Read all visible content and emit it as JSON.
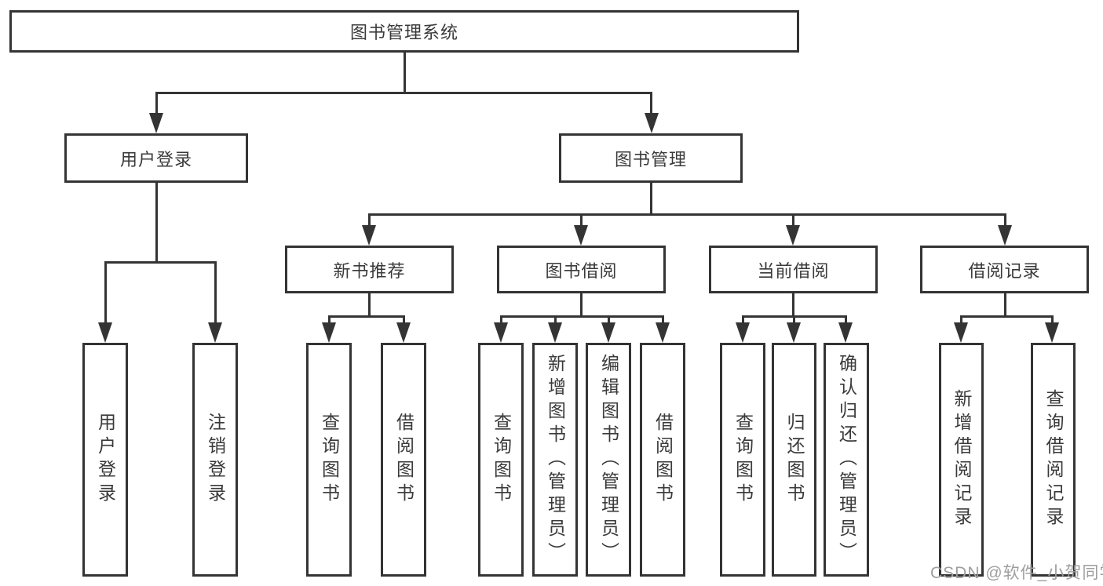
{
  "diagram_title": "图书管理系统",
  "nodes": {
    "root": {
      "label": "图书管理系统"
    },
    "user_login": {
      "label": "用户登录"
    },
    "book_mgmt": {
      "label": "图书管理"
    },
    "new_rec": {
      "label": "新书推荐"
    },
    "book_borrow": {
      "label": "图书借阅"
    },
    "current_borrow": {
      "label": "当前借阅"
    },
    "borrow_records": {
      "label": "借阅记录"
    },
    "leaf_user_login": {
      "label": "用户登录"
    },
    "leaf_logout": {
      "label": "注销登录"
    },
    "leaf_query_books_rec": {
      "label": "查询图书"
    },
    "leaf_borrow_books_rec": {
      "label": "借阅图书"
    },
    "leaf_query_books_borrow": {
      "label": "查询图书"
    },
    "leaf_add_books": {
      "label": "新增图书（管理员）"
    },
    "leaf_edit_books": {
      "label": "编辑图书（管理员）"
    },
    "leaf_borrow_books": {
      "label": "借阅图书"
    },
    "leaf_query_books_current": {
      "label": "查询图书"
    },
    "leaf_return_books": {
      "label": "归还图书"
    },
    "leaf_confirm_return": {
      "label": "确认归还（管理员）"
    },
    "leaf_add_record": {
      "label": "新增借阅记录"
    },
    "leaf_query_record": {
      "label": "查询借阅记录"
    }
  },
  "hierarchy": {
    "图书管理系统": {
      "用户登录": [
        "用户登录",
        "注销登录"
      ],
      "图书管理": {
        "新书推荐": [
          "查询图书",
          "借阅图书"
        ],
        "图书借阅": [
          "查询图书",
          "新增图书（管理员）",
          "编辑图书（管理员）",
          "借阅图书"
        ],
        "当前借阅": [
          "查询图书",
          "归还图书",
          "确认归还（管理员）"
        ],
        "借阅记录": [
          "新增借阅记录",
          "查询借阅记录"
        ]
      }
    }
  },
  "watermark": {
    "text": "CSDN @软件_小贺同学"
  },
  "colors": {
    "line": "#343434",
    "text": "#3a3a3a",
    "watermark": "#9e9e9e",
    "background": "#ffffff"
  }
}
